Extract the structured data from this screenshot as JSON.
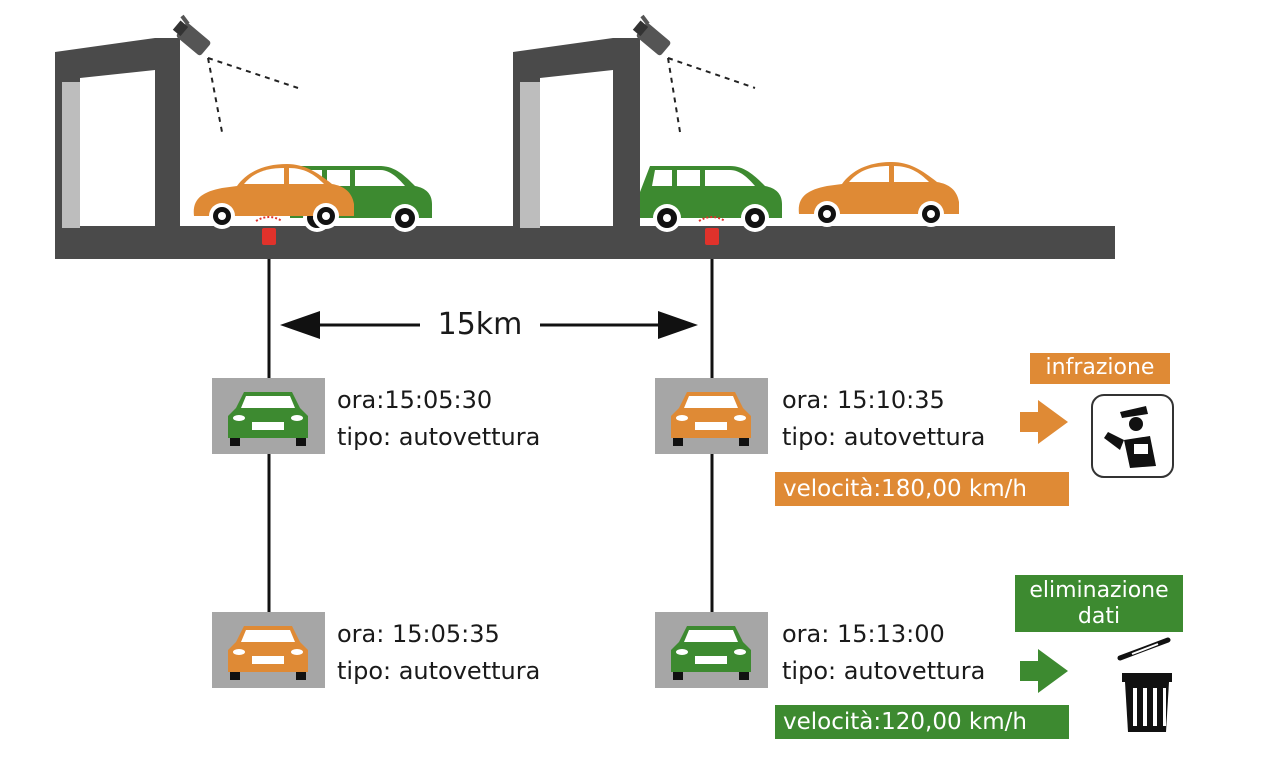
{
  "distance_label": "15km",
  "readings": [
    {
      "time": "ora:15:05:30",
      "type": "tipo: autovettura"
    },
    {
      "time": "ora: 15:10:35",
      "type": "tipo: autovettura"
    },
    {
      "time": "ora: 15:05:35",
      "type": "tipo: autovettura"
    },
    {
      "time": "ora: 15:13:00",
      "type": "tipo: autovettura"
    }
  ],
  "speed_labels": {
    "violation": "velocità:180,00 km/h",
    "ok": "velocità:120,00 km/h"
  },
  "outcomes": {
    "violation": "infrazione",
    "deletion_line1": "eliminazione",
    "deletion_line2": "dati"
  },
  "colors": {
    "orange": "#df8a35",
    "green": "#3d8a30",
    "gantry": "#4a4a4a",
    "road": "#4a4a4a",
    "sensor": "#e0322b"
  },
  "icons": [
    "speed-camera-icon",
    "orange-car-icon",
    "green-suv-icon",
    "police-officer-icon",
    "trash-bin-icon",
    "arrow-right-icon"
  ]
}
